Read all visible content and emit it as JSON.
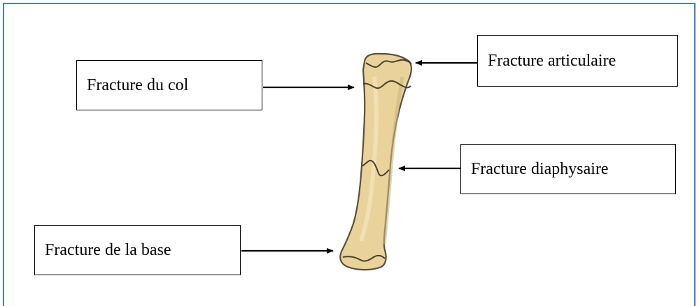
{
  "labels": {
    "col": "Fracture du col",
    "articulaire": "Fracture articulaire",
    "diaphysaire": "Fracture diaphysaire",
    "base": "Fracture de la base"
  },
  "colors": {
    "frame_border": "#4a7ebb",
    "bone_fill": "#e9d39a",
    "bone_outline": "#5a5040"
  }
}
